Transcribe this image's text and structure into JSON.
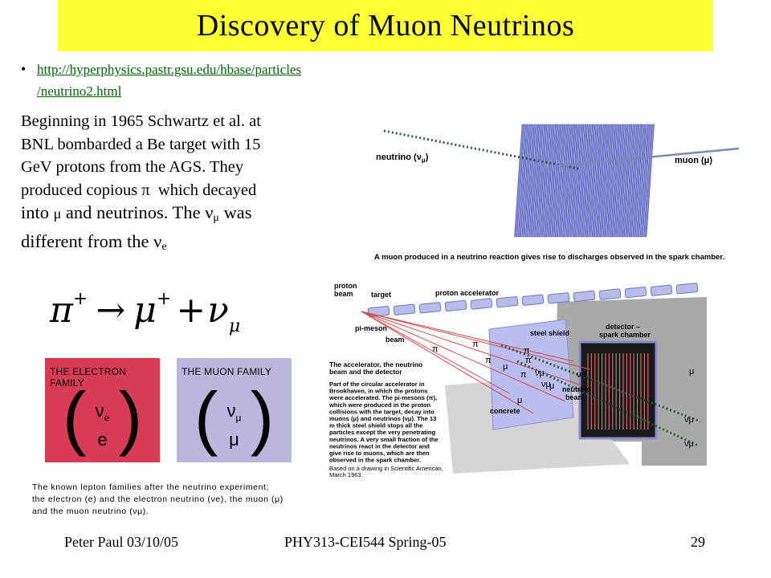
{
  "slide": {
    "title": "Discovery of  Muon Neutrinos",
    "bullet_glyph": "•",
    "link_line1": "http://hyperphysics.pastr.gsu.edu/hbase/particles",
    "link_line2": "/neutrino2.html",
    "paragraph": {
      "line1": "Beginning in 1965 Schwartz et al. at",
      "line2": "BNL bombarded a Be target with 15",
      "line3": "GeV protons from the AGS. They",
      "line4_a": "produced copious ",
      "pi": "π",
      "line4_b": "  which decayed",
      "line5_a": "into ",
      "mu": "μ",
      "line5_b": " and neutrinos. The ",
      "nu": "ν",
      "sub_mu": "μ",
      "line5_c": " was",
      "line6_a": "different from the ",
      "sub_e": "e"
    },
    "equation": {
      "pi": "π",
      "plus": "+",
      "arrow": "→",
      "mu": "μ",
      "nu": "ν",
      "sub_mu": "μ"
    }
  },
  "spark_chamber": {
    "label_neutrino": "neutrino (ν",
    "label_neutrino_sub": "μ",
    "label_close": ")",
    "label_muon": "muon (μ)",
    "caption": "A muon produced in a neutrino reaction gives rise to discharges observed in the spark chamber."
  },
  "accelerator": {
    "proton_beam": "proton",
    "proton_beam2": "beam",
    "target": "target",
    "proton_accelerator": "proton accelerator",
    "pi_meson": "pi-meson",
    "beam": "beam",
    "steel_shield": "steel shield",
    "detector": "detector –",
    "spark_chamber": "spark chamber",
    "neutrino_beam": "neutrino",
    "neutrino_beam2": "beam",
    "concrete": "concrete",
    "pi": "π",
    "mu": "μ",
    "nu_mu": "νμ",
    "desc_title1": "The accelerator, the neutrino",
    "desc_title2": "beam and the detector",
    "desc": [
      "Part of the circular accelerator in",
      "Brookhaven, in which the protons",
      "were accelerated. The pi-mesons (π),",
      "which were produced in the proton",
      "collisions with the target, decay into",
      "muons (μ) and neutrinos (νμ). The 13",
      "m thick steel shield stops all the",
      "particles except the very penetrating",
      "neutrinos. A very small fraction of the",
      "neutrinos react in the detector and",
      "give rise to muons, which are then",
      "observed in the spark chamber."
    ],
    "source1": "Based on a drawing in Scientific American,",
    "source2": "March 1963."
  },
  "families": {
    "electron_title": "THE ELECTRON FAMILY",
    "electron_top": "ν",
    "electron_top_sub": "e",
    "electron_bottom": "e",
    "muon_title": "THE MUON FAMILY",
    "muon_top": "ν",
    "muon_top_sub": "μ",
    "muon_bottom": "μ",
    "paren_left": "(",
    "paren_right": ")",
    "caption_line1": "The known lepton families after the neutrino experiment;",
    "caption_line2": "the electron (e) and the electron neutrino (νe), the muon (μ)",
    "caption_line3": "and the muon neutrino (νμ)."
  },
  "footer": {
    "left": "Peter Paul 03/10/05",
    "center": "PHY313-CEI544 Spring-05",
    "right": "29"
  },
  "colors": {
    "title_bg": "#ffff33",
    "link": "#006600",
    "electron_box": "#d83c54",
    "muon_box": "#b9b7dd",
    "chamber_plate": "#7f86d8",
    "neutrino_track": "#2c5d3a",
    "muon_track": "#7a8ab0",
    "pion_track": "#d44a4a",
    "concrete": "#a9a9a9"
  }
}
